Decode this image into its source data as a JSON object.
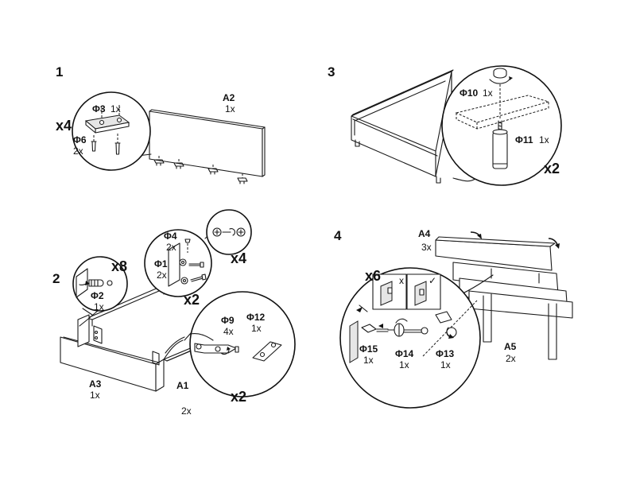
{
  "steps": {
    "s1": {
      "number": "1",
      "part_a2": {
        "code": "A2",
        "qty": "1x"
      },
      "detail_multiplier": "x4",
      "fitting_3": {
        "code": "Φ3",
        "qty": "1x"
      },
      "fitting_6": {
        "code": "Φ6",
        "qty": "2x"
      }
    },
    "s2": {
      "number": "2",
      "detail_a": {
        "multiplier": "x8",
        "fitting_2": {
          "code": "Φ2",
          "qty": "1x"
        }
      },
      "detail_b": {
        "fitting_4": {
          "code": "Φ4",
          "qty": "2x"
        },
        "fitting_1": {
          "code": "Φ1",
          "qty": "2x"
        },
        "multiplier": "x2",
        "inset_multiplier": "x4"
      },
      "detail_c": {
        "fitting_9": {
          "code": "Φ9",
          "qty": "4x"
        },
        "fitting_12": {
          "code": "Φ12",
          "qty": "1x"
        },
        "multiplier": "x2"
      },
      "part_a3": {
        "code": "A3",
        "qty": "1x"
      },
      "part_a1": {
        "code": "A1",
        "qty": "2x"
      }
    },
    "s3": {
      "number": "3",
      "fitting_10": {
        "code": "Φ10",
        "qty": "1x"
      },
      "fitting_11": {
        "code": "Φ11",
        "qty": "1x"
      },
      "multiplier": "x2"
    },
    "s4": {
      "number": "4",
      "part_a4": {
        "code": "A4",
        "qty": "3x"
      },
      "detail_multiplier": "x6",
      "wrong_mark": "x",
      "right_mark": "✓",
      "fitting_15": {
        "code": "Φ15",
        "qty": "1x"
      },
      "fitting_14": {
        "code": "Φ14",
        "qty": "1x"
      },
      "fitting_13": {
        "code": "Φ13",
        "qty": "1x"
      },
      "part_a5": {
        "code": "A5",
        "qty": "2x"
      }
    }
  }
}
